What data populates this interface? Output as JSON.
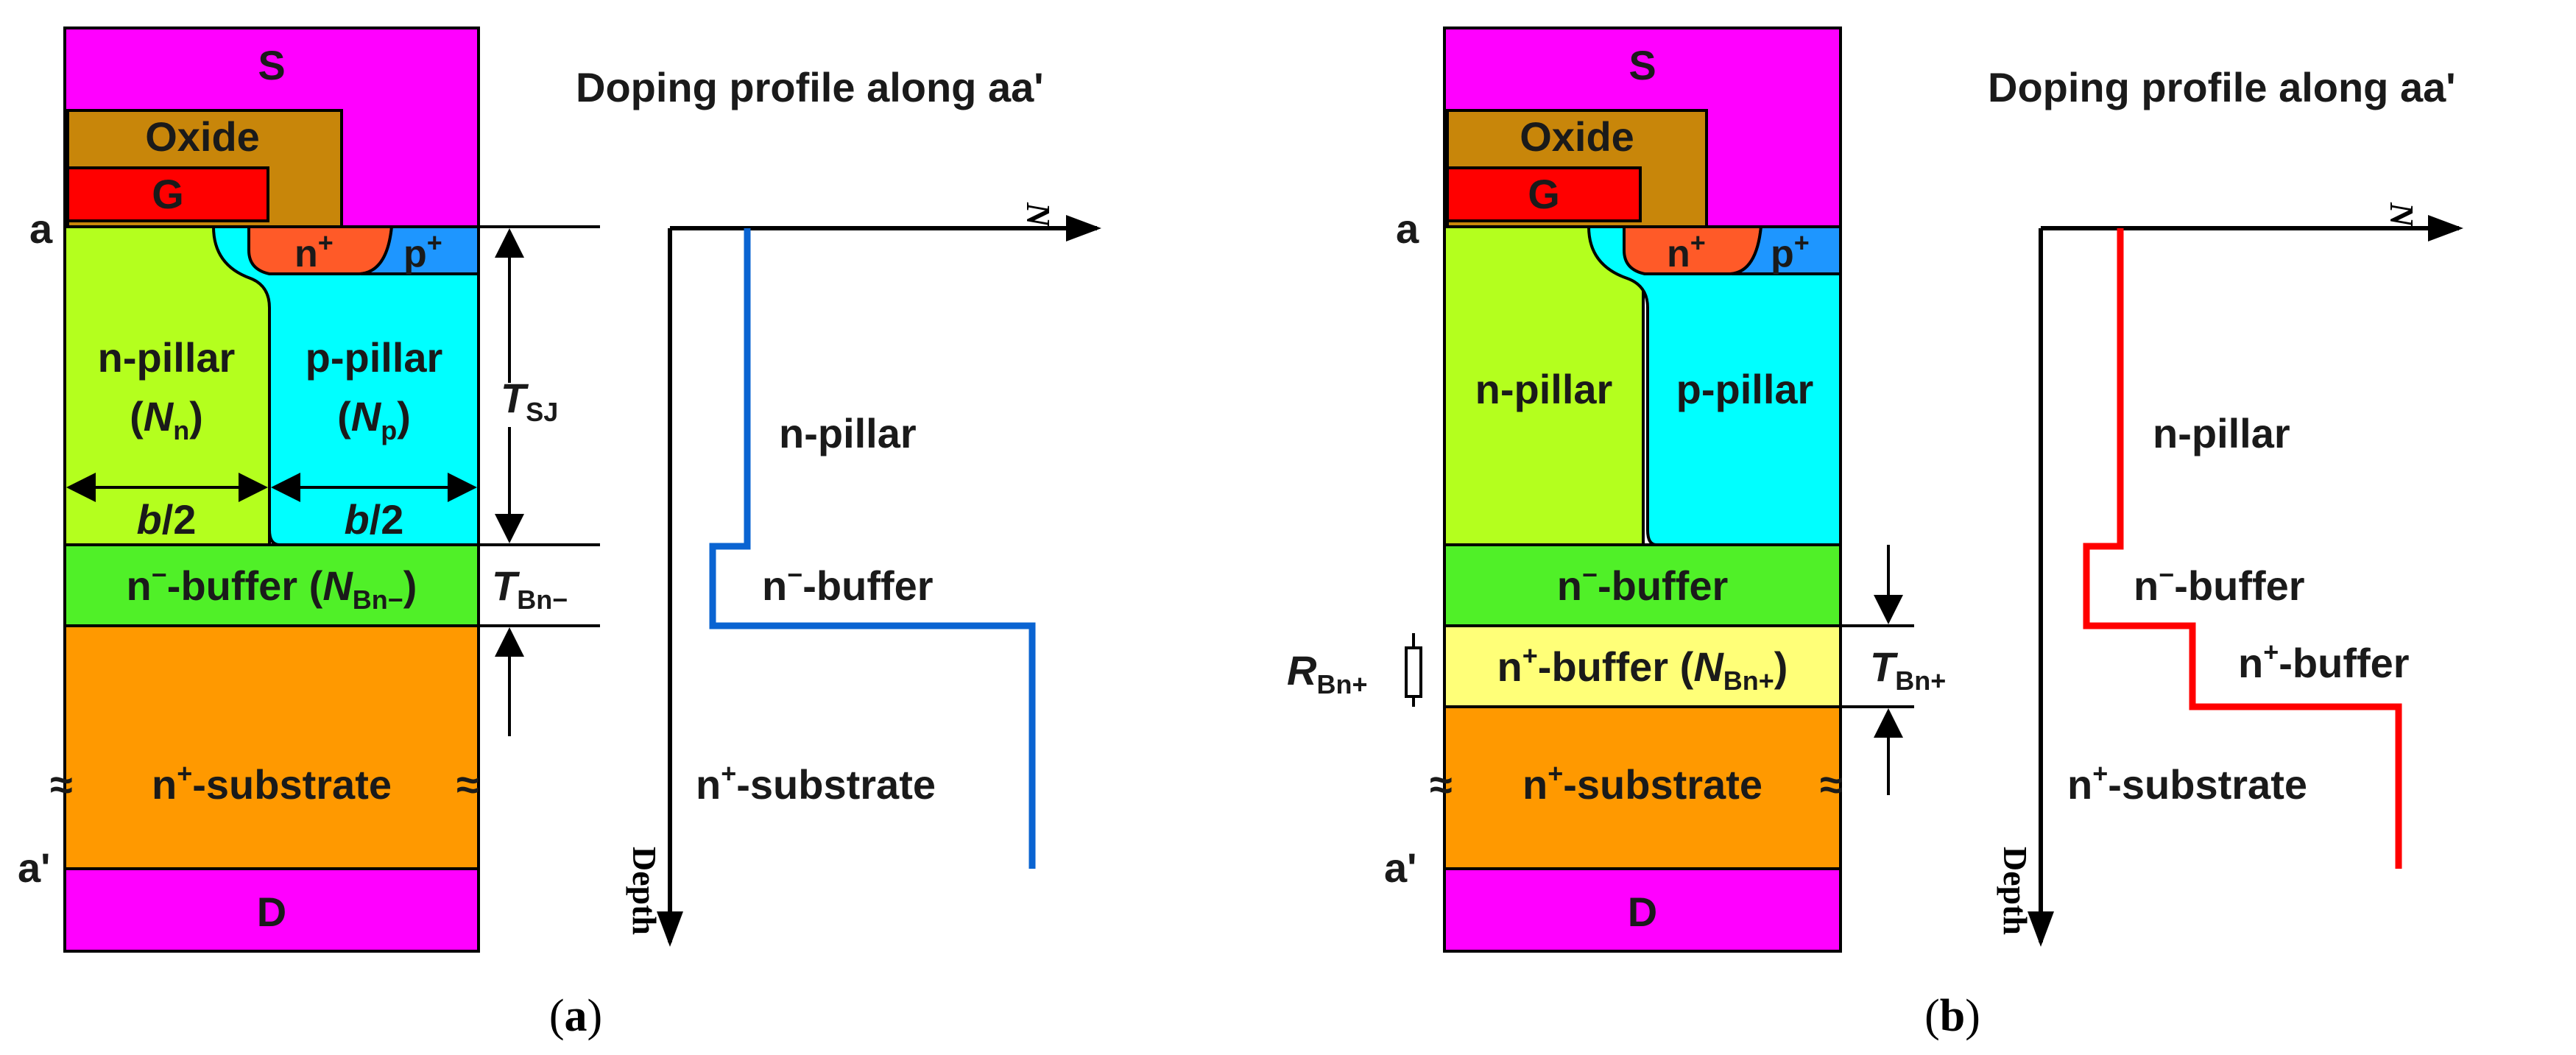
{
  "colors": {
    "source": "#ff00ff",
    "oxide": "#c8860a",
    "gate": "#ff0000",
    "n_pillar": "#b4ff1e",
    "p_pillar": "#00ffff",
    "n_plus": "#ff5a28",
    "p_plus": "#1e96ff",
    "n_minus_buffer": "#50f028",
    "n_plus_buffer": "#ffff78",
    "substrate": "#ff9900",
    "drain": "#ff00ff",
    "profile_a": "#0a64d2",
    "profile_b": "#ff0000"
  },
  "panel_a": {
    "labels": {
      "s": "S",
      "oxide": "Oxide",
      "g": "G",
      "a": "a",
      "n_plus": "n",
      "n_plus_sup": "+",
      "p_plus": "p",
      "p_plus_sup": "+",
      "n_pillar": "n-pillar",
      "n_pillar_conc_open": "(",
      "n_pillar_conc_sym": "N",
      "n_pillar_conc_sub": "n",
      "n_pillar_conc_close": ")",
      "p_pillar": "p-pillar",
      "p_pillar_conc_open": "(",
      "p_pillar_conc_sym": "N",
      "p_pillar_conc_sub": "p",
      "p_pillar_conc_close": ")",
      "b_sym": "b",
      "b_half": "/2",
      "b_sym2": "b",
      "b_half2": "/2",
      "tsj_sym": "T",
      "tsj_sub": "SJ",
      "buffer_pre": "n",
      "buffer_sup": "−",
      "buffer_post": "-buffer (",
      "buffer_sym": "N",
      "buffer_sub": "Bn−",
      "buffer_close": ")",
      "tbn_sym": "T",
      "tbn_sub": "Bn−",
      "break_left": "≈",
      "break_right": "≈",
      "substrate_pre": "n",
      "substrate_sup": "+",
      "substrate_post": "-substrate",
      "a_prime": "a'",
      "d": "D"
    },
    "profile": {
      "title": "Doping profile along aa'",
      "n_axis": "N",
      "depth_axis": "Depth",
      "region_n_pillar": "n-pillar",
      "region_buffer_pre": "n",
      "region_buffer_sup": "−",
      "region_buffer_post": "-buffer",
      "region_substrate_pre": "n",
      "region_substrate_sup": "+",
      "region_substrate_post": "-substrate"
    },
    "caption": {
      "open": "(",
      "letter": "a",
      "close": ")"
    }
  },
  "panel_b": {
    "labels": {
      "s": "S",
      "oxide": "Oxide",
      "g": "G",
      "a": "a",
      "n_plus": "n",
      "n_plus_sup": "+",
      "p_plus": "p",
      "p_plus_sup": "+",
      "n_pillar": "n-pillar",
      "p_pillar": "p-pillar",
      "buffer_minus_pre": "n",
      "buffer_minus_sup": "−",
      "buffer_minus_post": "-buffer",
      "buffer_plus_pre": "n",
      "buffer_plus_sup": "+",
      "buffer_plus_post": "-buffer (",
      "buffer_plus_sym": "N",
      "buffer_plus_sub": "Bn+",
      "buffer_plus_close": ")",
      "r_sym": "R",
      "r_sub": "Bn+",
      "tbn_sym": "T",
      "tbn_sub": "Bn+",
      "break_left": "≈",
      "break_right": "≈",
      "substrate_pre": "n",
      "substrate_sup": "+",
      "substrate_post": "-substrate",
      "a_prime": "a'",
      "d": "D"
    },
    "profile": {
      "title": "Doping profile along aa'",
      "n_axis": "N",
      "depth_axis": "Depth",
      "region_n_pillar": "n-pillar",
      "region_buffer_minus_pre": "n",
      "region_buffer_minus_sup": "−",
      "region_buffer_minus_post": "-buffer",
      "region_buffer_plus_pre": "n",
      "region_buffer_plus_sup": "+",
      "region_buffer_plus_post": "-buffer",
      "region_substrate_pre": "n",
      "region_substrate_sup": "+",
      "region_substrate_post": "-substrate"
    },
    "caption": {
      "open": "(",
      "letter": "b",
      "close": ")"
    }
  }
}
